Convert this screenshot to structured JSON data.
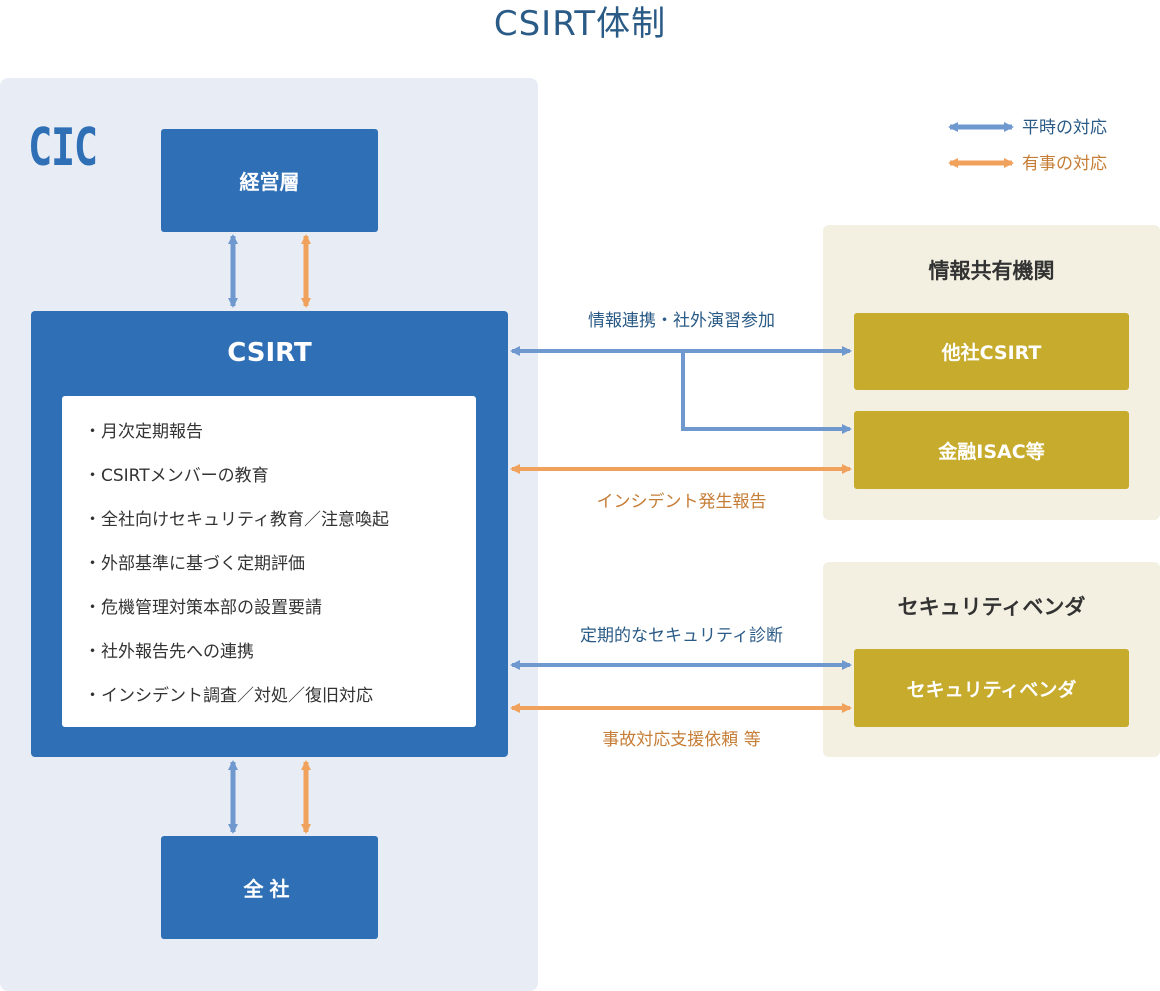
{
  "title": "CSIRT体制",
  "cic_label": "CIC",
  "legend": {
    "normal_label": "平時の対応",
    "emergency_label": "有事の対応",
    "normal_color": "#6f98cf",
    "emergency_color": "#f0a15b"
  },
  "management": {
    "label": "経営層"
  },
  "company": {
    "label": "全社"
  },
  "csirt": {
    "title": "CSIRT",
    "items": [
      "月次定期報告",
      "CSIRTメンバーの教育",
      "全社向けセキュリティ教育／注意喚起",
      "外部基準に基づく定期評価",
      "危機管理対策本部の設置要請",
      "社外報告先への連携",
      "インシデント調査／対処／復旧対応"
    ]
  },
  "info_org": {
    "title": "情報共有機関",
    "boxes": [
      "他社CSIRT",
      "金融ISAC等"
    ]
  },
  "vendor": {
    "title": "セキュリティベンダ",
    "box": "セキュリティベンダ"
  },
  "arrow_labels": {
    "info_sharing": "情報連携・社外演習参加",
    "incident_report": "インシデント発生報告",
    "regular_diagnosis": "定期的なセキュリティ診断",
    "incident_support": "事故対応支援依頼 等"
  }
}
